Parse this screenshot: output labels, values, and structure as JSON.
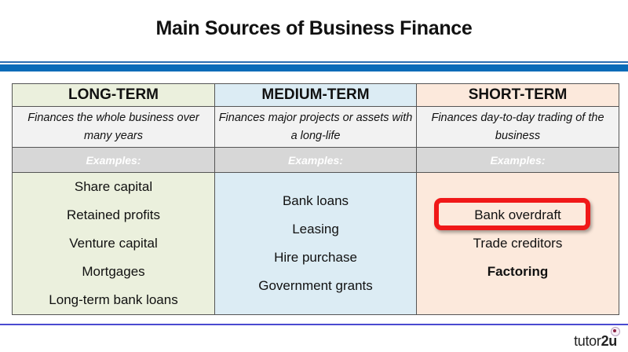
{
  "title": "Main Sources of Business Finance",
  "columns": [
    {
      "heading": "LONG-TERM",
      "description": "Finances the whole business over many years",
      "examples_label": "Examples:",
      "items": [
        "Share capital",
        "Retained profits",
        "Venture capital",
        "Mortgages",
        "Long-term bank loans"
      ]
    },
    {
      "heading": "MEDIUM-TERM",
      "description": "Finances major projects or assets with a long-life",
      "examples_label": "Examples:",
      "items": [
        "Bank loans",
        "Leasing",
        "Hire purchase",
        "Government grants"
      ]
    },
    {
      "heading": "SHORT-TERM",
      "description": "Finances day-to-day trading of the business",
      "examples_label": "Examples:",
      "items": [
        "Bank overdraft",
        "Trade creditors",
        "Factoring"
      ],
      "highlighted_item": "Bank overdraft",
      "bold_item": "Factoring"
    }
  ],
  "colors": {
    "long_term_bg": "#ebf0dd",
    "medium_term_bg": "#dcecf4",
    "short_term_bg": "#fce9dc",
    "highlight": "#f01818",
    "header_band": "#0a6bb8"
  },
  "logo": {
    "text_regular": "tutor",
    "text_bold": "2u"
  }
}
